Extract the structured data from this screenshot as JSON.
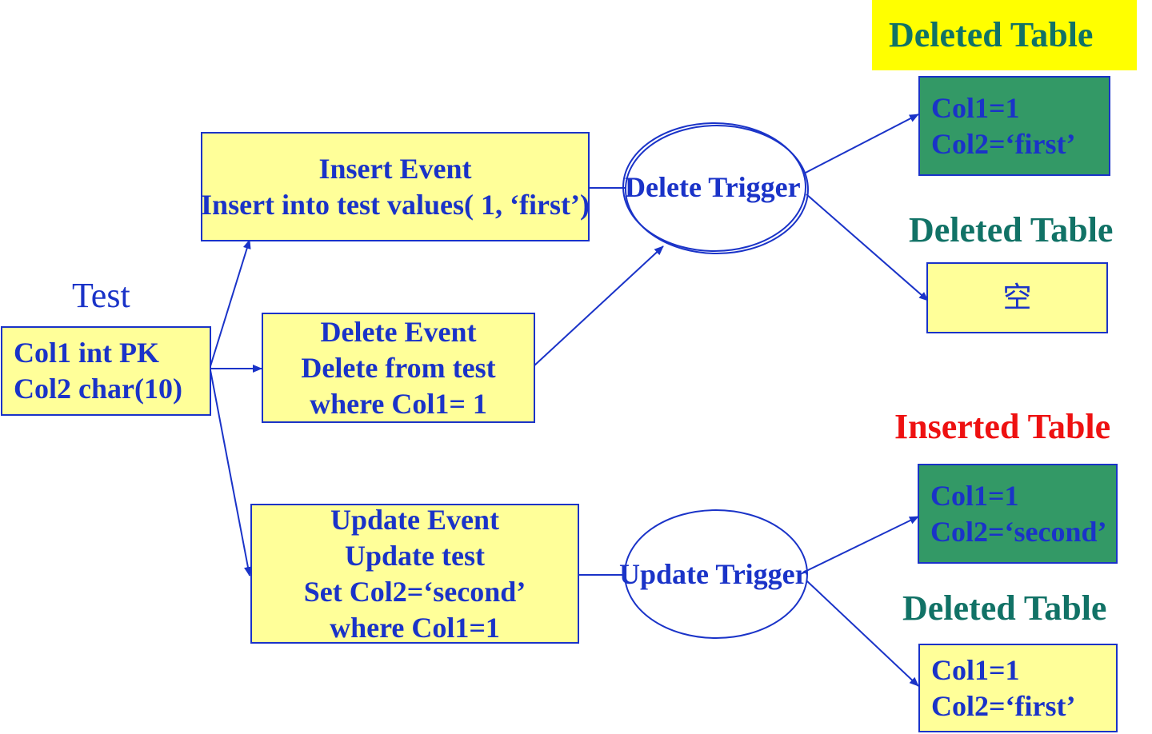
{
  "test_label": "Test",
  "test_box": {
    "line1": "Col1 int  PK",
    "line2": "Col2 char(10)"
  },
  "insert_event": {
    "line1": "Insert Event",
    "line2": "Insert into test values( 1, ‘first’)"
  },
  "delete_event": {
    "line1": "Delete Event",
    "line2": "Delete from test",
    "line3": "where Col1= 1"
  },
  "update_event": {
    "line1": "Update Event",
    "line2": "Update test",
    "line3": "Set Col2=‘second’",
    "line4": "where Col1=1"
  },
  "delete_trigger": "Delete Trigger",
  "update_trigger": "Update Trigger",
  "tables": {
    "deleted_top_title": "Deleted Table",
    "deleted_top": {
      "line1": "Col1=1",
      "line2": "Col2=‘first’"
    },
    "deleted_empty_title": "Deleted Table",
    "deleted_empty_value": "空",
    "inserted_title": "Inserted Table",
    "inserted": {
      "line1": "Col1=1",
      "line2": "Col2=‘second’"
    },
    "deleted_bottom_title": "Deleted Table",
    "deleted_bottom": {
      "line1": "Col1=1",
      "line2": "Col2=‘first’"
    }
  },
  "colors": {
    "blue": "#1a33c8",
    "yellow": "#ffff99",
    "highlight": "#ffff00",
    "green": "#339966",
    "teal": "#117266",
    "red": "#ee1111"
  }
}
